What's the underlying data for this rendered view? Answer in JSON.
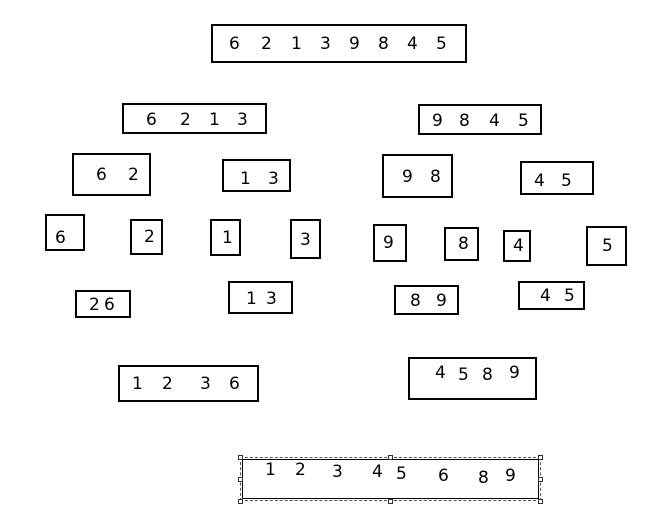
{
  "nodes": {
    "root": [
      "6",
      "2",
      "1",
      "3",
      "9",
      "8",
      "4",
      "5"
    ],
    "l": [
      "6",
      "2",
      "1",
      "3"
    ],
    "r": [
      "9",
      "8",
      "4",
      "5"
    ],
    "l1": [
      "6",
      "2"
    ],
    "l2": [
      "1",
      "3"
    ],
    "r1": [
      "9",
      "8"
    ],
    "r2": [
      "4",
      "5"
    ],
    "s6": [
      "6"
    ],
    "s2": [
      "2"
    ],
    "s1": [
      "1"
    ],
    "s3": [
      "3"
    ],
    "s9": [
      "9"
    ],
    "s8": [
      "8"
    ],
    "s4": [
      "4"
    ],
    "s5": [
      "5"
    ],
    "m1": [
      "2",
      "6"
    ],
    "m2": [
      "1",
      "3"
    ],
    "m3": [
      "8",
      "9"
    ],
    "m4": [
      "4",
      "5"
    ],
    "mL": [
      "1",
      "2",
      "3",
      "6"
    ],
    "mR": [
      "4",
      "5",
      "8",
      "9"
    ],
    "final": [
      "1",
      "2",
      "3",
      "4",
      "5",
      "6",
      "8",
      "9"
    ]
  }
}
